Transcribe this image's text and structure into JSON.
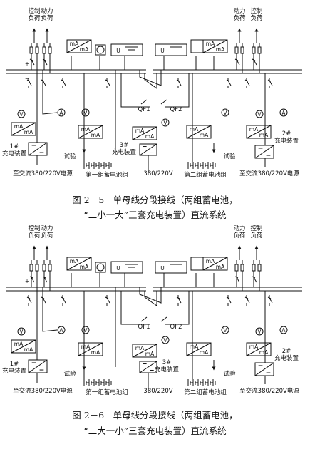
{
  "diagrams": [
    {
      "caption_line1": "图 2－5　单母线分段接线（两组蓄电池，",
      "caption_line2": "“二小一大”三套充电装置）直流系统",
      "labels": {
        "control_load": "控制负荷",
        "power_load": "动力负荷",
        "ma": "mA",
        "u": "U",
        "plus": "+",
        "minus": "−",
        "qf1": "QF1",
        "qf2": "QF2",
        "v": "V",
        "a": "A",
        "charger1": "1#充电装置",
        "charger2": "2#充电装置",
        "charger3": "3#充电装置",
        "test": "试验",
        "battery1": "第一组蓄电池组",
        "battery2": "第二组蓄电池组",
        "ac_source": "至交流380/220V电源",
        "v380": "380/220V"
      }
    },
    {
      "caption_line1": "图 2－6　单母线分段接线（两组蓄电池，",
      "caption_line2": "“二大一小”三套充电装置）直流系统",
      "labels": {
        "control_load": "控制负荷",
        "power_load": "动力负荷",
        "ma": "mA",
        "u": "U",
        "plus": "+",
        "minus": "−",
        "qf1": "QF1",
        "qf2": "QF2",
        "v": "V",
        "a": "A",
        "charger1": "1#充电装置",
        "charger2": "2#充电装置",
        "charger3": "3#充电装置",
        "test": "试验",
        "battery1": "第一组蓄电池组",
        "battery2": "第二组蓄电池组",
        "ac_source": "至交流380/220V电源",
        "v380": "380/220V"
      }
    }
  ]
}
